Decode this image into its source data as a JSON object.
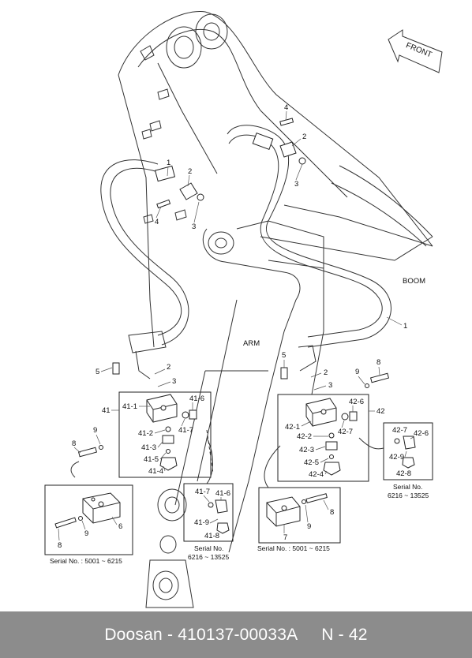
{
  "footer": {
    "brand": "Doosan",
    "separator": "-",
    "part_number": "410137-00033A",
    "page_code": "N - 42"
  },
  "orientation": {
    "front_label": "FRONT"
  },
  "assembly_labels": {
    "boom": "BOOM",
    "arm": "ARM"
  },
  "callouts": {
    "c1_top": "1",
    "c2_top": "2",
    "c3_top": "3",
    "c4_top": "4",
    "c4_left": "4",
    "c2_left": "2",
    "c3_left": "3",
    "c1_right": "1",
    "c5_left": "5",
    "c2_low": "2",
    "c3_low": "3",
    "c5_right": "5",
    "c2_right_low": "2",
    "c3_right_low": "3",
    "c9_right": "9",
    "c8_right": "8",
    "c41": "41",
    "c41_1": "41-1",
    "c41_6": "41-6",
    "c41_2": "41-2",
    "c41_7": "41-7",
    "c41_3": "41-3",
    "c41_5": "41-5",
    "c41_4": "41-4",
    "c8_left": "8",
    "c9_left": "9",
    "c42": "42",
    "c42_6": "42-6",
    "c42_1": "42-1",
    "c42_7": "42-7",
    "c42_2": "42-2",
    "c42_3": "42-3",
    "c42_5": "42-5",
    "c42_4": "42-4",
    "d1_9": "9",
    "d1_8": "8",
    "d1_6": "6",
    "d2_41_7": "41-7",
    "d2_41_6": "41-6",
    "d2_41_9": "41-9",
    "d2_41_8": "41-8",
    "d3_8": "8",
    "d3_7": "7",
    "d3_9": "9",
    "d4_42_7": "42-7",
    "d4_42_6": "42-6",
    "d4_42_9": "42-9",
    "d4_42_8": "42-8"
  },
  "serial_notes": {
    "left": "Serial No. : 5001 ~ 6215",
    "middle_title": "Serial No.",
    "middle_range": "6216 ~ 13525",
    "center": "Serial No. : 5001 ~ 6215",
    "right_title": "Serial No.",
    "right_range": "6216 ~ 13525"
  },
  "colors": {
    "footer_background": "#8c8c8c",
    "footer_text": "#ffffff",
    "line_art": "#222222"
  }
}
